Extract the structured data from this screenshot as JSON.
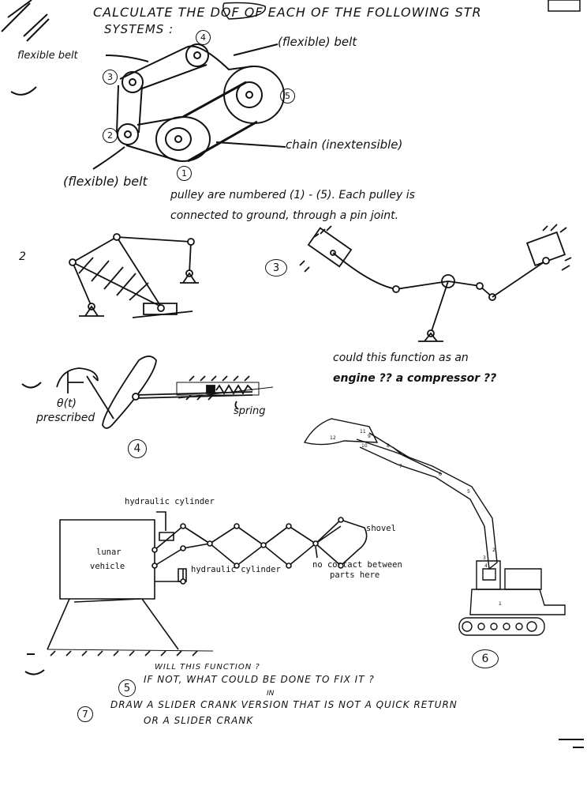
{
  "header": {
    "title_line1": "CALCULATE THE DOF OF EACH OF THE FOLLOWING STR",
    "title_line2": "SYSTEMS :"
  },
  "problem1": {
    "label_flexible_belt_left": "flexible belt",
    "label_flexible_belt_right": "(flexible) belt",
    "label_chain": "chain (inextensible)",
    "label_flexible_belt_bottom": "(flexible) belt",
    "pulley_numbers": [
      "1",
      "2",
      "3",
      "4",
      "5"
    ],
    "note_line1": "pulley are numbered (1) - (5). Each pulley is",
    "note_line2": "connected to ground, through a pin joint."
  },
  "problem2": {
    "number": "2"
  },
  "problem3": {
    "number": "3"
  },
  "problem4": {
    "number": "4",
    "label_theta": "θ(t)",
    "label_prescribed": "prescribed",
    "label_spring": "spring",
    "question_line1": "could this function as an",
    "question_line2": "engine ?? a compressor ??"
  },
  "problem5": {
    "number": "5",
    "label_hydraulic_top": "hydraulic cylinder",
    "label_shovel": "shovel",
    "label_lunar_vehicle_line1": "lunar",
    "label_lunar_vehicle_line2": "vehicle",
    "label_hydraulic_bottom": "hydraulic cylinder",
    "label_no_contact_line1": "no contact between",
    "label_no_contact_line2": "parts here",
    "question_line1": "WILL THIS FUNCTION ?",
    "question_line2": "IF NOT, WHAT COULD BE DONE TO FIX IT ?"
  },
  "problem6": {
    "number": "6",
    "link_numbers": [
      "1",
      "2",
      "3",
      "4",
      "5",
      "6",
      "7",
      "8",
      "9",
      "10",
      "11",
      "12"
    ]
  },
  "problem7": {
    "number": "7",
    "line1": "DRAW A SLIDER CRANK VERSION THAT IS NOT A QUICK RETURN",
    "insert": "IN",
    "line2": "OR A SLIDER CRANK"
  }
}
